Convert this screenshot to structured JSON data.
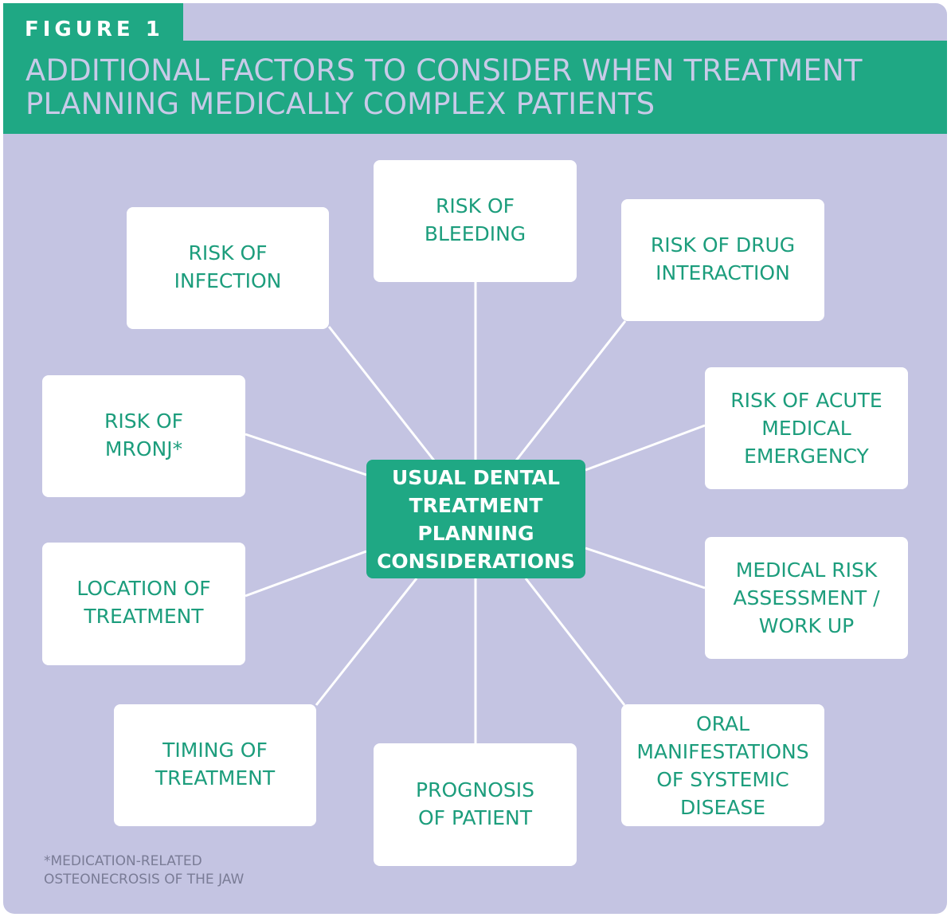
{
  "figure_label": "FIGURE 1",
  "title": "ADDITIONAL FACTORS TO CONSIDER WHEN TREATMENT\nPLANNING MEDICALLY COMPLEX PATIENTS",
  "center_node": "USUAL DENTAL\nTREATMENT\nPLANNING\nCONSIDERATIONS",
  "factors": [
    "RISK OF\nBLEEDING",
    "RISK OF DRUG\nINTERACTION",
    "RISK OF ACUTE\nMEDICAL\nEMERGENCY",
    "MEDICAL RISK\nASSESSMENT /\nWORK UP",
    "ORAL\nMANIFESTATIONS\nOF SYSTEMIC\nDISEASE",
    "PROGNOSIS\nOF PATIENT",
    "TIMING OF\nTREATMENT",
    "LOCATION OF\nTREATMENT",
    "RISK OF\nMRONJ*",
    "RISK OF\nINFECTION"
  ],
  "footnote": "*MEDICATION-RELATED\nOSTEONECROSIS OF THE JAW",
  "colors": {
    "accent": "#1fa884",
    "background": "#c4c4e2",
    "box_text": "#1c9d7c",
    "title_text": "#c8cae8"
  }
}
